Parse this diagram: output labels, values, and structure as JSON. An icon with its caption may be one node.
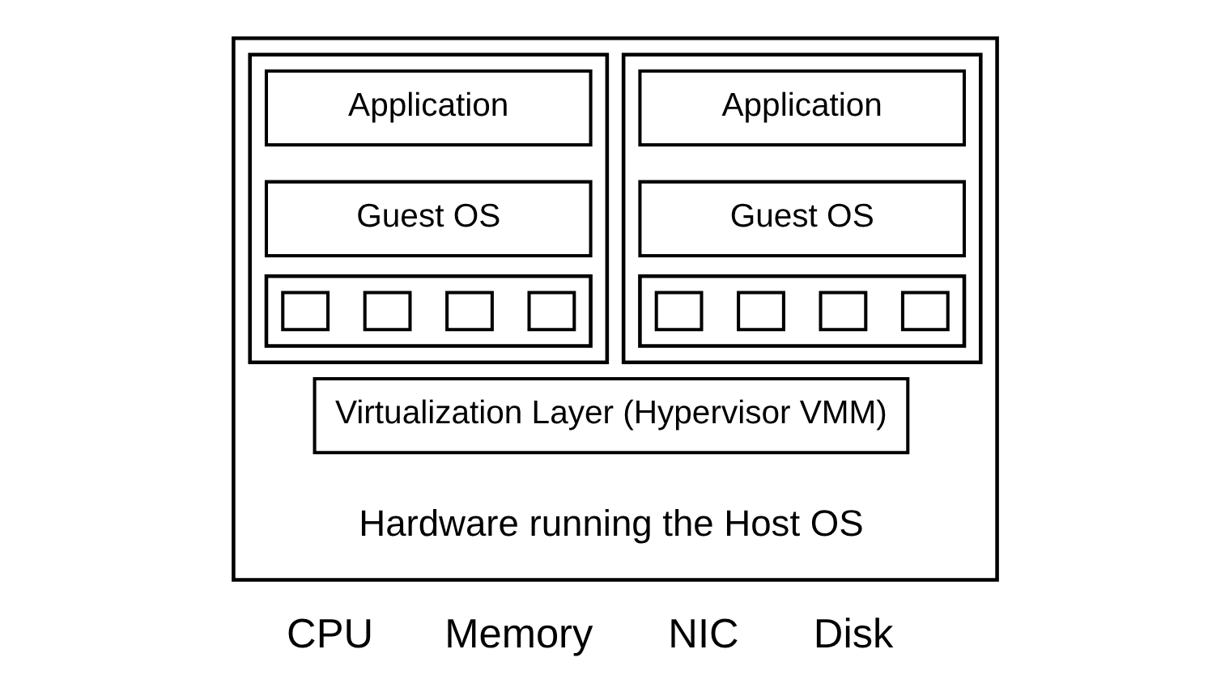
{
  "diagram": {
    "nodes": [
      {
        "text": [],
        "shape": "box"
      },
      {
        "text": [],
        "shape": "box",
        "in": 0
      },
      {
        "text": [
          "Application"
        ],
        "in": 1
      },
      {
        "text": [
          "Guest OS"
        ],
        "in": 1
      },
      {
        "text": [],
        "shape": "box",
        "in": 1
      },
      {
        "text": [],
        "shape": "box",
        "in": 4
      },
      {
        "text": [],
        "shape": "box",
        "in": 4
      },
      {
        "text": [],
        "shape": "box",
        "in": 4
      },
      {
        "text": [],
        "shape": "box",
        "in": 4
      },
      {
        "text": [],
        "shape": "box",
        "in": 0
      },
      {
        "text": [
          "Application"
        ],
        "in": 9
      },
      {
        "text": [
          "Guest OS"
        ],
        "in": 9
      },
      {
        "text": [],
        "shape": "box",
        "in": 9
      },
      {
        "text": [],
        "shape": "box",
        "in": 12
      },
      {
        "text": [],
        "shape": "box",
        "in": 12
      },
      {
        "text": [],
        "shape": "box",
        "in": 12
      },
      {
        "text": [],
        "shape": "box",
        "in": 12
      },
      {
        "text": [
          "Virtualization Layer (Hypervisor VMM)"
        ],
        "in": 0
      }
    ],
    "edges": [],
    "labels": [
      "Hardware running the Host OS",
      "CPU",
      "Memory",
      "NIC",
      "Disk"
    ]
  }
}
